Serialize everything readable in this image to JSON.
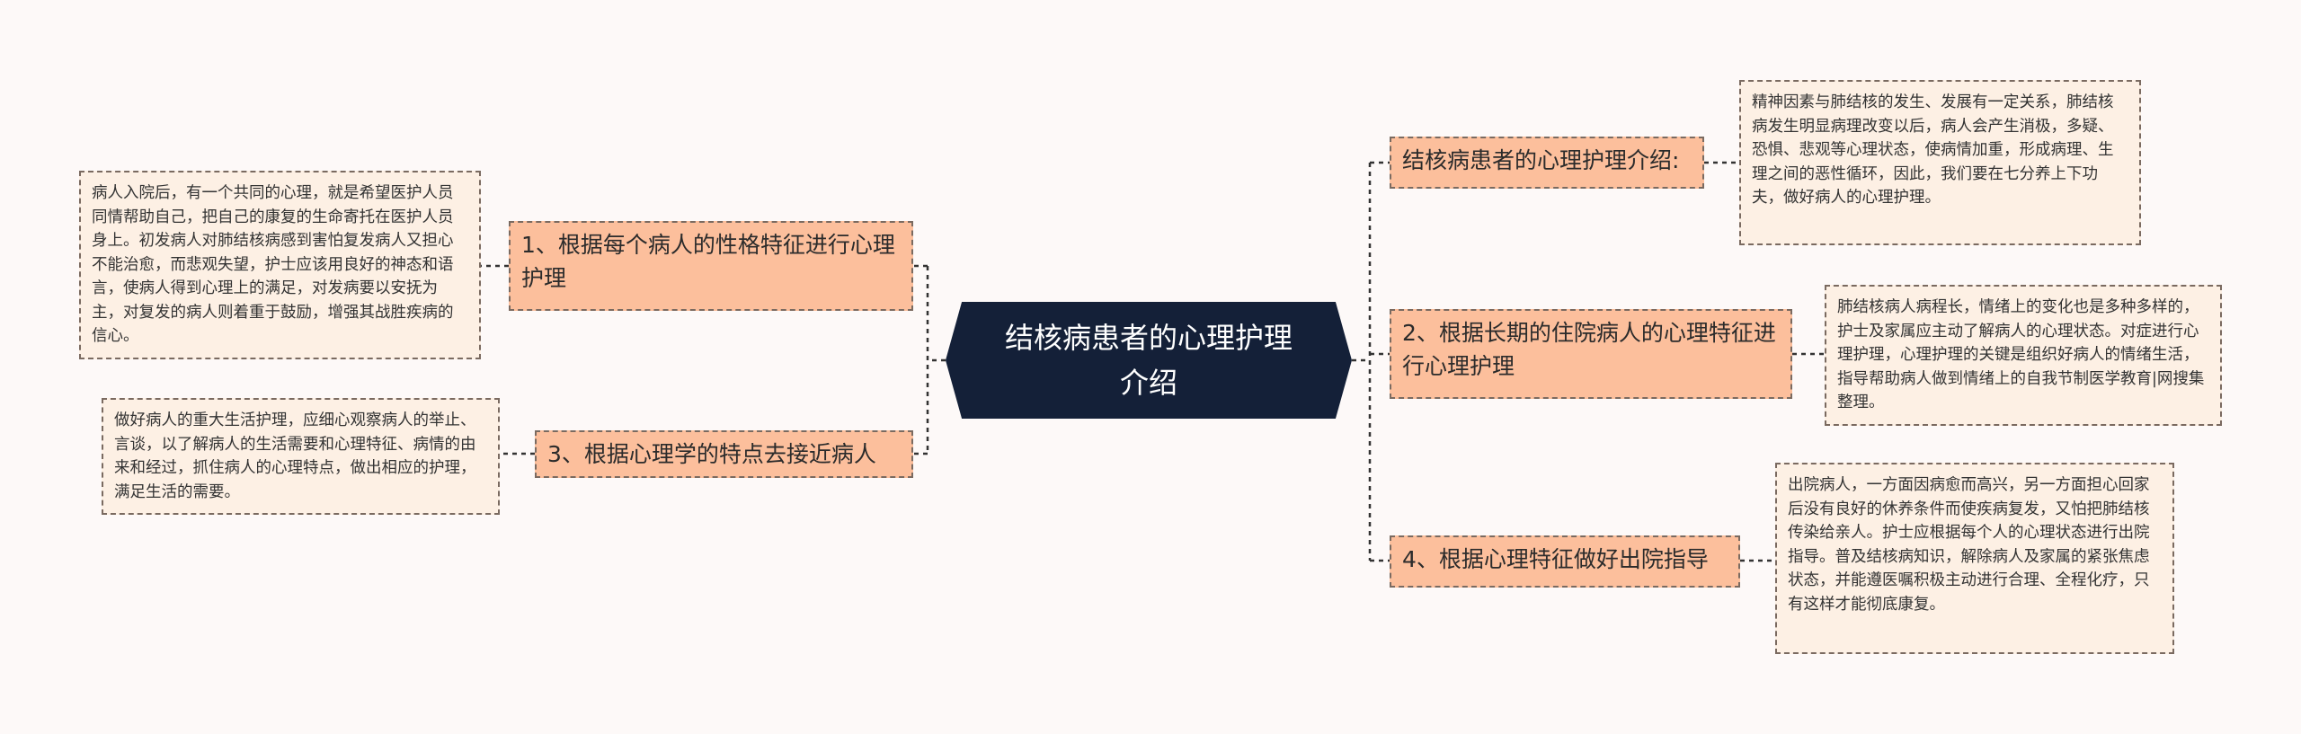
{
  "center": {
    "title": "结核病患者的心理护理介绍"
  },
  "branches": [
    {
      "label": "1、根据每个病人的性格特征进行心理护理",
      "detail": "病人入院后，有一个共同的心理，就是希望医护人员同情帮助自己，把自己的康复的生命寄托在医护人员身上。初发病人对肺结核病感到害怕复发病人又担心不能治愈，而悲观失望，护士应该用良好的神态和语言，使病人得到心理上的满足，对发病要以安抚为主，对复发的病人则着重于鼓励，增强其战胜疾病的信心。"
    },
    {
      "label": "3、根据心理学的特点去接近病人",
      "detail": "做好病人的重大生活护理，应细心观察病人的举止、言谈，以了解病人的生活需要和心理特征、病情的由来和经过，抓住病人的心理特点，做出相应的护理，满足生活的需要。"
    },
    {
      "label": "结核病患者的心理护理介绍:",
      "detail": "精神因素与肺结核的发生、发展有一定关系，肺结核病发生明显病理改变以后，病人会产生消极，多疑、恐惧、悲观等心理状态，使病情加重，形成病理、生理之间的恶性循环，因此，我们要在七分养上下功夫，做好病人的心理护理。"
    },
    {
      "label": "2、根据长期的住院病人的心理特征进行心理护理",
      "detail": "肺结核病人病程长，情绪上的变化也是多种多样的，护士及家属应主动了解病人的心理状态。对症进行心理护理，心理护理的关键是组织好病人的情绪生活，指导帮助病人做到情绪上的自我节制医学教育|网搜集整理。"
    },
    {
      "label": "4、根据心理特征做好出院指导",
      "detail": "出院病人，一方面因病愈而高兴，另一方面担心回家后没有良好的休养条件而使疾病复发，又怕把肺结核传染给亲人。护士应根据每个人的心理状态进行出院指导。普及结核病知识，解除病人及家属的紧张焦虑状态，并能遵医嘱积极主动进行合理、全程化疗，只有这样才能彻底康复。"
    }
  ],
  "colors": {
    "background": "#fdf9f8",
    "center_fill": "#142038",
    "branch_fill": "#fcbf9c",
    "leaf_fill": "#fdf0e4",
    "connector": "#333333"
  }
}
